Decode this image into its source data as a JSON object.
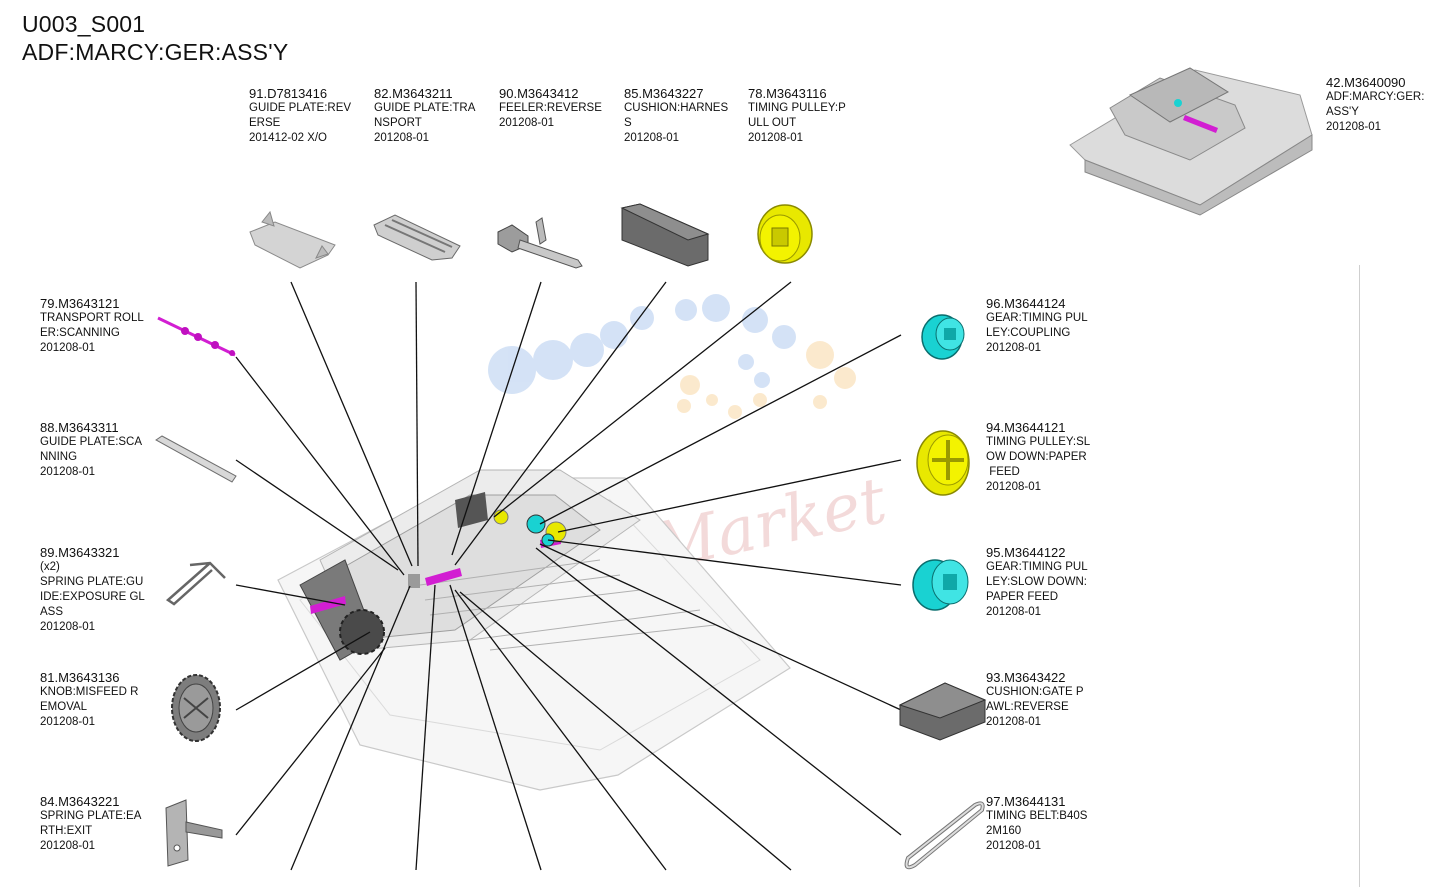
{
  "header": {
    "code": "U003_S001",
    "title": "ADF:MARCY:GER:ASS'Y"
  },
  "watermark": "Parts-Market",
  "parts": [
    {
      "id": "p91",
      "number": "91.D7813416",
      "lines": [
        "GUIDE PLATE:REV",
        "ERSE",
        "201412-02 X/O"
      ],
      "icon": "guide-plate-reverse-icon",
      "color": "#c8c8c8"
    },
    {
      "id": "p82",
      "number": "82.M3643211",
      "lines": [
        "GUIDE PLATE:TRA",
        "NSPORT",
        "201208-01"
      ],
      "icon": "guide-plate-transport-icon",
      "color": "#c8c8c8"
    },
    {
      "id": "p90",
      "number": "90.M3643412",
      "lines": [
        "FEELER:REVERSE",
        "201208-01"
      ],
      "icon": "feeler-icon",
      "color": "#c8c8c8"
    },
    {
      "id": "p85",
      "number": "85.M3643227",
      "lines": [
        "CUSHION:HARNES",
        "S",
        "201208-01"
      ],
      "icon": "cushion-icon",
      "color": "#555555"
    },
    {
      "id": "p78",
      "number": "78.M3643116",
      "lines": [
        "TIMING PULLEY:P",
        "ULL OUT",
        "201208-01"
      ],
      "icon": "timing-pulley-icon",
      "color": "#e8e800"
    },
    {
      "id": "p42",
      "number": "42.M3640090",
      "lines": [
        "ADF:MARCY:GER:",
        "ASS'Y",
        "201208-01"
      ],
      "icon": "adf-assembly-icon",
      "color": "#d8d8d8"
    },
    {
      "id": "p79",
      "number": "79.M3643121",
      "lines": [
        "TRANSPORT ROLL",
        "ER:SCANNING",
        "201208-01"
      ],
      "icon": "roller-shaft-icon",
      "color": "#d21ed2"
    },
    {
      "id": "p88",
      "number": "88.M3643311",
      "lines": [
        "GUIDE PLATE:SCA",
        "NNING",
        "201208-01"
      ],
      "icon": "guide-bar-icon",
      "color": "#c8c8c8"
    },
    {
      "id": "p89",
      "number": "89.M3643321",
      "lines": [
        "(x2)",
        "SPRING PLATE:GU",
        "IDE:EXPOSURE GL",
        "ASS",
        "201208-01"
      ],
      "icon": "spring-plate-icon",
      "color": "#bdbdbd"
    },
    {
      "id": "p81",
      "number": "81.M3643136",
      "lines": [
        "KNOB:MISFEED R",
        "EMOVAL",
        "201208-01"
      ],
      "icon": "knob-gear-icon",
      "color": "#8a8a8a"
    },
    {
      "id": "p84",
      "number": "84.M3643221",
      "lines": [
        "SPRING PLATE:EA",
        "RTH:EXIT",
        "201208-01"
      ],
      "icon": "earth-plate-icon",
      "color": "#a8a8a8"
    },
    {
      "id": "p96",
      "number": "96.M3644124",
      "lines": [
        "GEAR:TIMING PUL",
        "LEY:COUPLING",
        "201208-01"
      ],
      "icon": "coupling-gear-icon",
      "color": "#19d2d2"
    },
    {
      "id": "p94",
      "number": "94.M3644121",
      "lines": [
        "TIMING PULLEY:SL",
        "OW DOWN:PAPER",
        " FEED",
        "201208-01"
      ],
      "icon": "timing-pulley-icon",
      "color": "#e8e800"
    },
    {
      "id": "p95",
      "number": "95.M3644122",
      "lines": [
        "GEAR:TIMING PUL",
        "LEY:SLOW DOWN:",
        "PAPER FEED",
        "201208-01"
      ],
      "icon": "coupling-gear-icon",
      "color": "#19d2d2"
    },
    {
      "id": "p93",
      "number": "93.M3643422",
      "lines": [
        "CUSHION:GATE P",
        "AWL:REVERSE",
        "201208-01"
      ],
      "icon": "cushion-icon",
      "color": "#555555"
    },
    {
      "id": "p97",
      "number": "97.M3644131",
      "lines": [
        "TIMING BELT:B40S",
        "2M160",
        "201208-01"
      ],
      "icon": "timing-belt-icon",
      "color": "#cfcfcf"
    }
  ]
}
